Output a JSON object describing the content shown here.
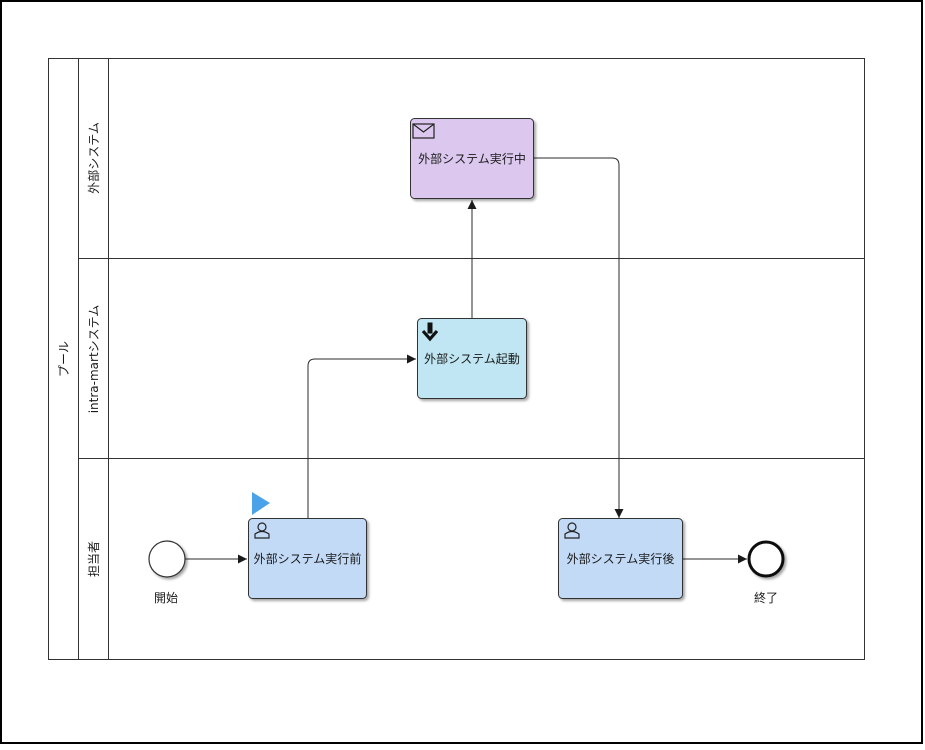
{
  "pool": {
    "label": "プール"
  },
  "lanes": [
    {
      "id": "external",
      "label": "外部システム"
    },
    {
      "id": "intramart",
      "label": "intra-martシステム"
    },
    {
      "id": "person",
      "label": "担当者"
    }
  ],
  "events": {
    "start": {
      "label": "開始"
    },
    "end": {
      "label": "終了"
    }
  },
  "tasks": {
    "before": {
      "label": "外部システム実行前",
      "type": "user-task",
      "fill": "#c2daf5"
    },
    "launch": {
      "label": "外部システム起動",
      "type": "service-task",
      "fill": "#bfe6f2"
    },
    "running": {
      "label": "外部システム実行中",
      "type": "receive-task",
      "fill": "#dcc8ee"
    },
    "after": {
      "label": "外部システム実行後",
      "type": "user-task",
      "fill": "#c2daf5"
    }
  },
  "colors": {
    "stroke": "#2b2b2b",
    "border": "#000000",
    "start_marker": "#4aa3e8"
  }
}
